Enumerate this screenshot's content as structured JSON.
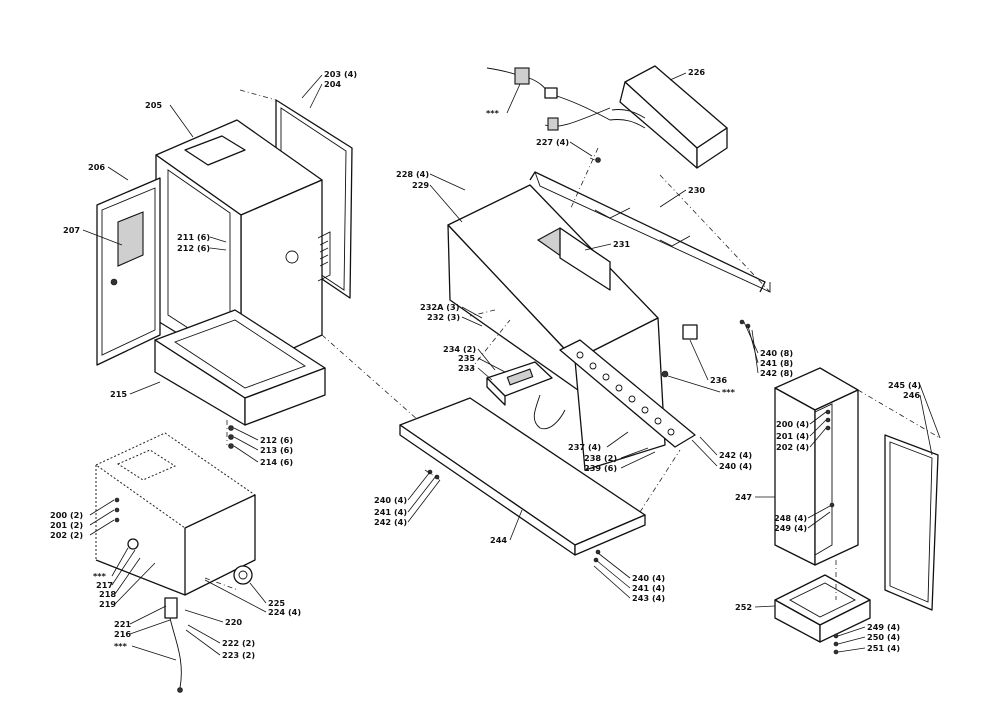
{
  "callouts": [
    {
      "id": "c203",
      "text": "203 (4)"
    },
    {
      "id": "c204",
      "text": "204"
    },
    {
      "id": "c205",
      "text": "205"
    },
    {
      "id": "c206",
      "text": "206"
    },
    {
      "id": "c207",
      "text": "207"
    },
    {
      "id": "c211",
      "text": "211 (6)"
    },
    {
      "id": "c212a",
      "text": "212 (6)"
    },
    {
      "id": "c215",
      "text": "215"
    },
    {
      "id": "c212b",
      "text": "212 (6)"
    },
    {
      "id": "c213",
      "text": "213 (6)"
    },
    {
      "id": "c214",
      "text": "214 (6)"
    },
    {
      "id": "c200a",
      "text": "200 (2)"
    },
    {
      "id": "c201a",
      "text": "201 (2)"
    },
    {
      "id": "c202a",
      "text": "202 (2)"
    },
    {
      "id": "c_star1",
      "text": "***"
    },
    {
      "id": "c217",
      "text": "217"
    },
    {
      "id": "c218",
      "text": "218"
    },
    {
      "id": "c219",
      "text": "219"
    },
    {
      "id": "c225",
      "text": "225"
    },
    {
      "id": "c224",
      "text": "224 (4)"
    },
    {
      "id": "c220",
      "text": "220"
    },
    {
      "id": "c221",
      "text": "221"
    },
    {
      "id": "c216",
      "text": "216"
    },
    {
      "id": "c222",
      "text": "222 (2)"
    },
    {
      "id": "c223",
      "text": "223 (2)"
    },
    {
      "id": "c_star2",
      "text": "***"
    },
    {
      "id": "c_star3",
      "text": "***"
    },
    {
      "id": "c226",
      "text": "226"
    },
    {
      "id": "c227",
      "text": "227 (4)"
    },
    {
      "id": "c228",
      "text": "228 (4)"
    },
    {
      "id": "c229",
      "text": "229"
    },
    {
      "id": "c230",
      "text": "230"
    },
    {
      "id": "c231",
      "text": "231"
    },
    {
      "id": "c232a",
      "text": "232A (3)"
    },
    {
      "id": "c232",
      "text": "232 (3)"
    },
    {
      "id": "c234",
      "text": "234 (2)"
    },
    {
      "id": "c235",
      "text": "235"
    },
    {
      "id": "c233",
      "text": "233"
    },
    {
      "id": "c236",
      "text": "236"
    },
    {
      "id": "c_star4",
      "text": "***"
    },
    {
      "id": "c237",
      "text": "237 (4)"
    },
    {
      "id": "c238",
      "text": "238 (2)"
    },
    {
      "id": "c239",
      "text": "239 (6)"
    },
    {
      "id": "c242a",
      "text": "242 (4)"
    },
    {
      "id": "c240a",
      "text": "240 (4)"
    },
    {
      "id": "c240b",
      "text": "240 (4)"
    },
    {
      "id": "c241b",
      "text": "241 (4)"
    },
    {
      "id": "c242b",
      "text": "242 (4)"
    },
    {
      "id": "c244",
      "text": "244"
    },
    {
      "id": "c240c",
      "text": "240 (4)"
    },
    {
      "id": "c241c",
      "text": "241 (4)"
    },
    {
      "id": "c243",
      "text": "243 (4)"
    },
    {
      "id": "c240d",
      "text": "240 (8)"
    },
    {
      "id": "c241d",
      "text": "241 (8)"
    },
    {
      "id": "c242d",
      "text": "242 (8)"
    },
    {
      "id": "c245",
      "text": "245 (4)"
    },
    {
      "id": "c246",
      "text": "246"
    },
    {
      "id": "c200b",
      "text": "200 (4)"
    },
    {
      "id": "c201b",
      "text": "201 (4)"
    },
    {
      "id": "c202b",
      "text": "202 (4)"
    },
    {
      "id": "c247",
      "text": "247"
    },
    {
      "id": "c248",
      "text": "248 (4)"
    },
    {
      "id": "c249a",
      "text": "249 (4)"
    },
    {
      "id": "c252",
      "text": "252"
    },
    {
      "id": "c249b",
      "text": "249 (4)"
    },
    {
      "id": "c250",
      "text": "250 (4)"
    },
    {
      "id": "c251",
      "text": "251 (4)"
    }
  ]
}
